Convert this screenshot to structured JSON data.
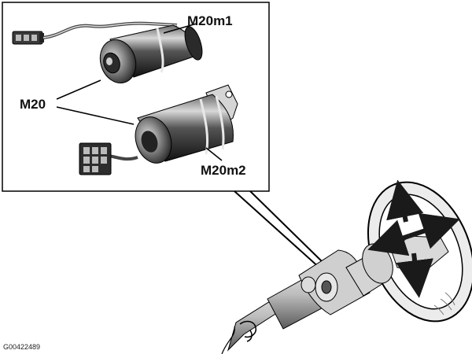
{
  "labels": {
    "motor_1": "M20m1",
    "assembly": "M20",
    "motor_2": "M20m2"
  },
  "figure_code": "G00422489",
  "colors": {
    "ink": "#111111",
    "motor_dark": "#2a2a2a",
    "motor_light": "#9a9a9a",
    "arrow": "#1a1a1a"
  },
  "icons": {
    "motor_1": "cylindrical-motor-icon",
    "motor_2": "cylindrical-motor-icon",
    "connector": "multi-pin-connector-icon",
    "steering": "steering-wheel-icon",
    "adjust_arrows": "adjustment-arrows-icon"
  }
}
